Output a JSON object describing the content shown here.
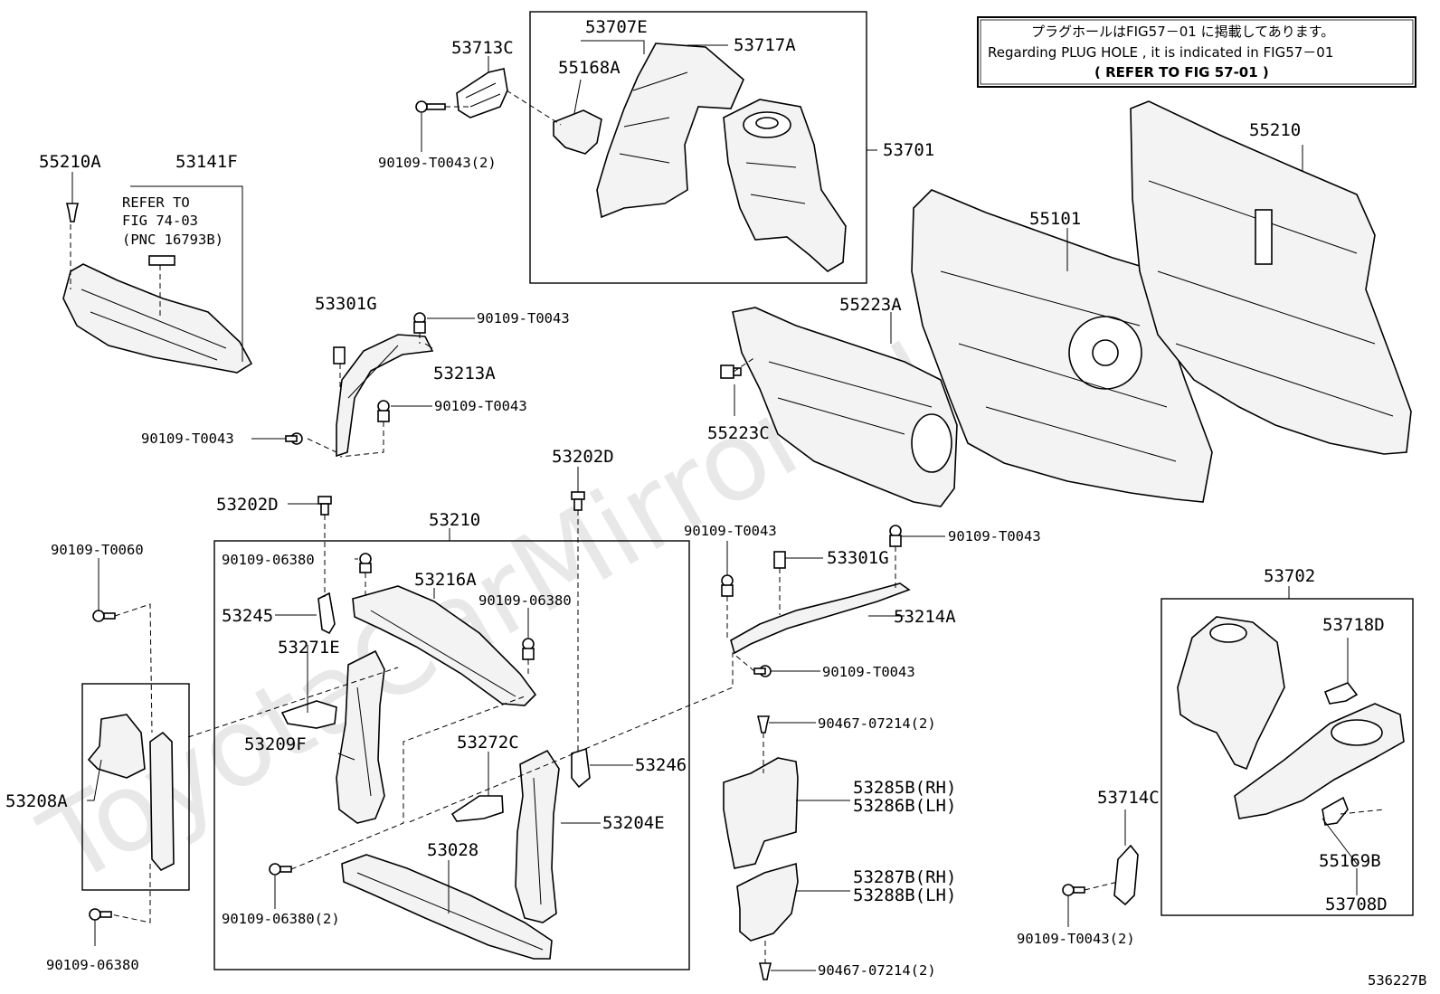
{
  "note": {
    "line1": "プラグホールはFIG57－01 に掲載してあります。",
    "line2": "Regarding PLUG HOLE , it is indicated in FIG57－01",
    "line3": "(  REFER TO FIG 57-01  )"
  },
  "refer_note": {
    "line1": "REFER TO",
    "line2": "FIG 74-03",
    "line3": "(PNC 16793B)"
  },
  "watermark": "ToyotaCarMirror.ru",
  "figure_code": "536227B",
  "labels": {
    "p53713C": "53713C",
    "p53707E": "53707E",
    "p53717A": "53717A",
    "p55168A": "55168A",
    "p90109_T0043_2_top": "90109-T0043(2)",
    "p53701": "53701",
    "p55210A": "55210A",
    "p53141F": "53141F",
    "p53301G_top": "53301G",
    "p90109_T0043_a": "90109-T0043",
    "p53213A": "53213A",
    "p90109_T0043_b": "90109-T0043",
    "p90109_T0043_c": "90109-T0043",
    "p55210": "55210",
    "p55101": "55101",
    "p55223A": "55223A",
    "p55223C": "55223C",
    "p53202D_left": "53202D",
    "p53202D_right": "53202D",
    "p53210": "53210",
    "p90109_T0060": "90109-T0060",
    "p90109_06380_a": "90109-06380",
    "p53216A": "53216A",
    "p90109_06380_b": "90109-06380",
    "p53245": "53245",
    "p53271E": "53271E",
    "p53209F": "53209F",
    "p53272C": "53272C",
    "p53246": "53246",
    "p53204E": "53204E",
    "p53208A": "53208A",
    "p53028": "53028",
    "p90109_06380_2": "90109-06380(2)",
    "p90109_06380_c": "90109-06380",
    "p90109_T0043_d": "90109-T0043",
    "p90109_T0043_e": "90109-T0043",
    "p53301G_mid": "53301G",
    "p53214A": "53214A",
    "p90109_T0043_f": "90109-T0043",
    "p90467_07214_2_a": "90467-07214(2)",
    "p53285B": "53285B(RH)",
    "p53286B": "53286B(LH)",
    "p53287B": "53287B(RH)",
    "p53288B": "53288B(LH)",
    "p90467_07214_2_b": "90467-07214(2)",
    "p53702": "53702",
    "p53718D": "53718D",
    "p53714C": "53714C",
    "p55169B": "55169B",
    "p53708D": "53708D",
    "p90109_T0043_2_bottom": "90109-T0043(2)"
  }
}
